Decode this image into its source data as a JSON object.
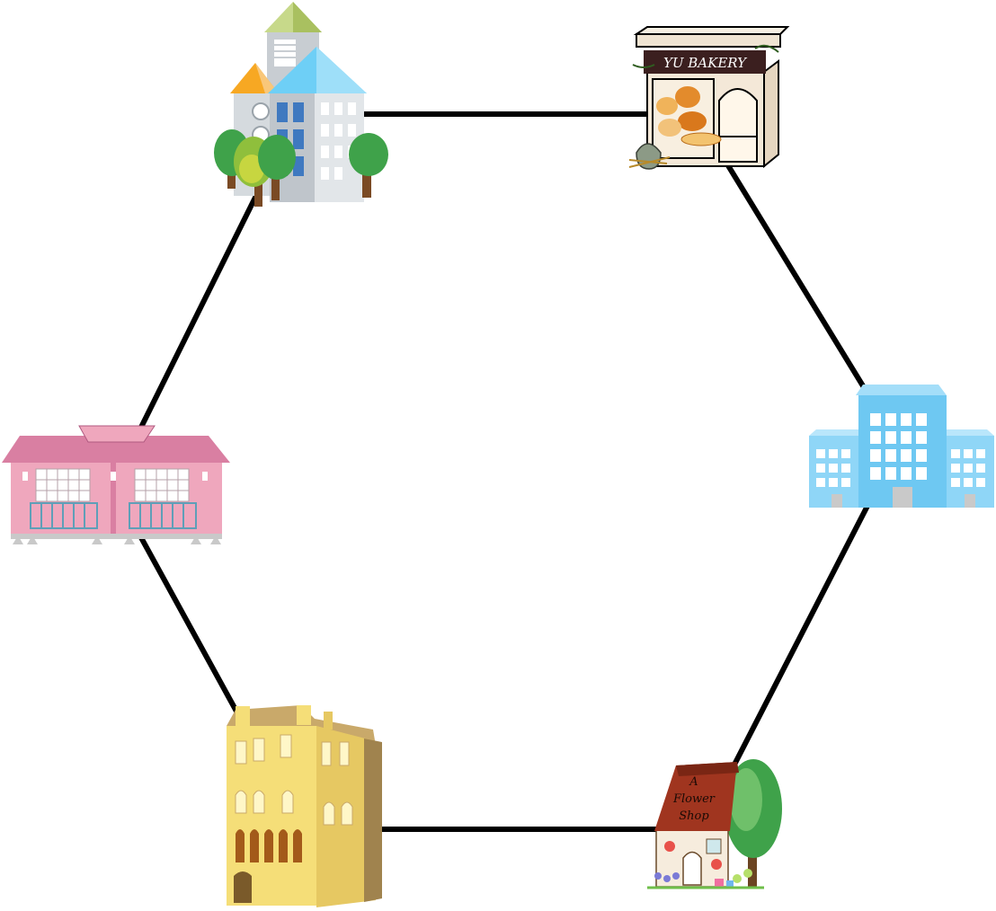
{
  "diagram": {
    "nodes": [
      {
        "id": "school",
        "label": "",
        "icon": "school-building-icon"
      },
      {
        "id": "bakery",
        "label": "YU BAKERY",
        "icon": "bakery-storefront-icon"
      },
      {
        "id": "office",
        "label": "",
        "icon": "office-building-icon"
      },
      {
        "id": "flower_shop",
        "label": "A Flower Shop",
        "label_lines": [
          "A",
          "Flower",
          "Shop"
        ],
        "icon": "flower-shop-icon"
      },
      {
        "id": "apartment",
        "label": "",
        "icon": "apartment-building-icon"
      },
      {
        "id": "pink_house",
        "label": "",
        "icon": "pink-house-icon"
      }
    ],
    "edges": [
      [
        "school",
        "bakery"
      ],
      [
        "bakery",
        "office"
      ],
      [
        "office",
        "flower_shop"
      ],
      [
        "flower_shop",
        "apartment"
      ],
      [
        "apartment",
        "pink_house"
      ],
      [
        "pink_house",
        "school"
      ]
    ],
    "colors": {
      "edge": "#000000",
      "school_roof_blue": "#6ecff6",
      "school_roof_green": "#c7d98a",
      "school_roof_orange": "#f7a823",
      "bakery_sign": "#3b1f1f",
      "office_blue": "#8fd6f7",
      "flower_roof": "#a0351f",
      "tree_green": "#3fa24a",
      "apartment_yellow": "#f5de78",
      "apartment_shadow": "#a0834e",
      "pink_house": "#efa7bd"
    }
  }
}
